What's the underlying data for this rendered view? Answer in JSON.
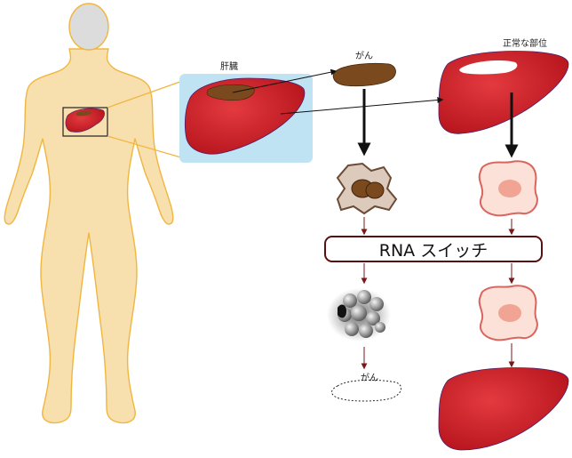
{
  "labels": {
    "liver": "肝臓",
    "cancer_top": "がん",
    "normal_part": "正常な部位",
    "rna_switch": "RNA スイッチ",
    "cancer_bottom": "がん"
  },
  "colors": {
    "body_fill": "#f8dfae",
    "body_stroke": "#f0b640",
    "head_fill": "#dcdcdc",
    "liver_red": "#d7212a",
    "liver_dark_red": "#b5131c",
    "liver_outline": "#4b1f6b",
    "tumor_brown": "#7a4a1e",
    "highlight_box": "#bfe3f2",
    "cancer_cell_fill": "#dccabc",
    "cancer_cell_stroke": "#6b4a36",
    "normal_cell_fill": "#fbe1d8",
    "normal_cell_stroke": "#d9655f",
    "nucleus_pink": "#f2a494",
    "switch_border": "#5a1010",
    "arrow_thin": "#7a1818",
    "arrow_bold": "#111111"
  }
}
